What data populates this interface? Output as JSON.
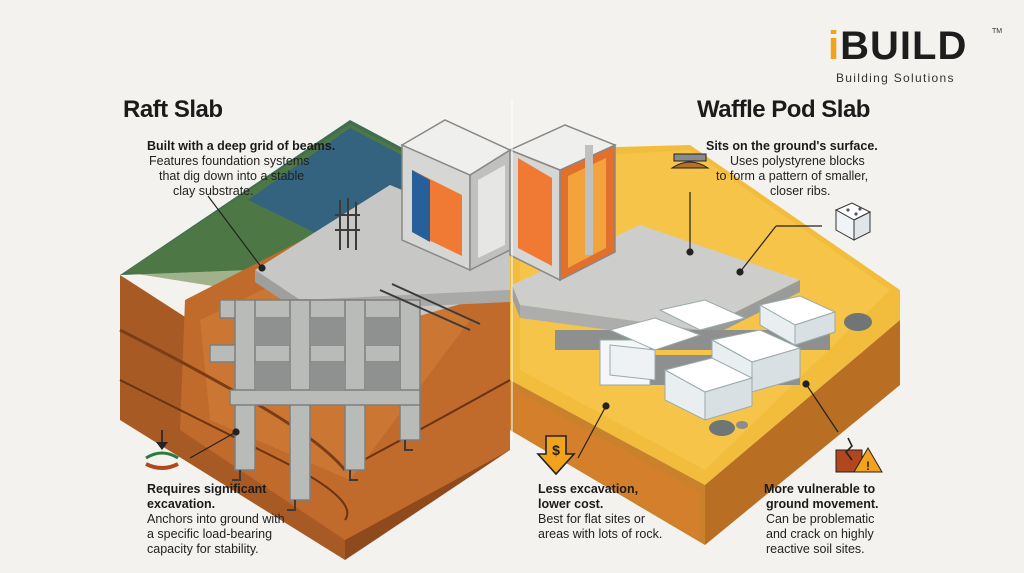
{
  "logo": {
    "mark": "i",
    "word": "BUILD",
    "tm": "TM",
    "tagline": "Building Solutions"
  },
  "left": {
    "title": "Raft Slab",
    "top_note": {
      "heading": "Built with a deep grid of beams.",
      "lines": [
        "Features foundation systems",
        "that dig down into a stable",
        "clay substrate."
      ]
    },
    "bottom_note": {
      "heading_lines": [
        "Requires significant",
        "excavation."
      ],
      "lines": [
        "Anchors into ground with",
        "a specific load-bearing",
        "capacity for stability."
      ]
    }
  },
  "right": {
    "title": "Waffle Pod Slab",
    "top_note": {
      "heading": "Sits on the ground's surface.",
      "lines": [
        "Uses polystyrene blocks",
        "to form a pattern of smaller,",
        "closer ribs."
      ]
    },
    "mid_note": {
      "heading_lines": [
        "Less excavation,",
        "lower cost."
      ],
      "lines": [
        "Best for flat sites or",
        "areas with lots of rock."
      ]
    },
    "bottom_note": {
      "heading_lines": [
        "More vulnerable to",
        "ground movement."
      ],
      "lines": [
        "Can be problematic",
        "and crack on highly",
        "reactive soil sites."
      ]
    }
  },
  "icons": {
    "excavation": "excavation-icon",
    "cost": "dollar-down-icon",
    "pod": "polystyrene-pod-icon",
    "mound": "ground-mound-icon",
    "crack": "cracked-ground-warning-icon"
  },
  "colors": {
    "clay": "#b9662b",
    "sand": "#f2bd3c",
    "concrete": "#c9cac8",
    "wall_orange": "#f07a33",
    "wall_blue": "#275f9a",
    "logo_accent": "#f2a21b"
  }
}
